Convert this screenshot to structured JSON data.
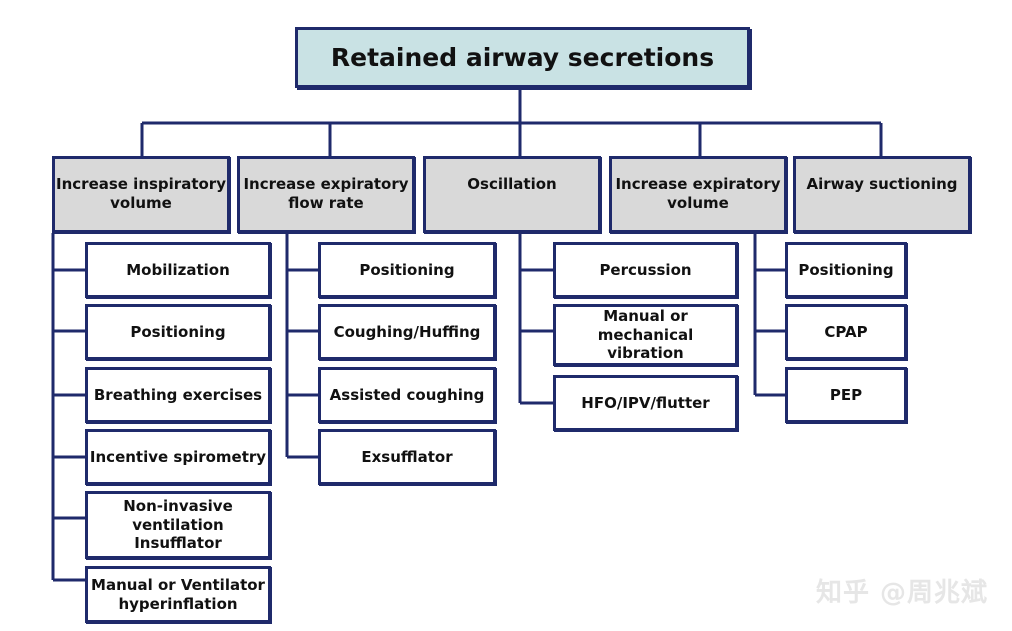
{
  "root": "Retained airway secretions",
  "categories": [
    {
      "label": "Increase inspiratory\nvolume",
      "items": [
        "Mobilization",
        "Positioning",
        "Breathing exercises",
        "Incentive spirometry",
        "Non-invasive\nventilation\nInsufflator",
        "Manual or Ventilator\nhyperinflation"
      ]
    },
    {
      "label": "Increase expiratory\nflow rate",
      "items": [
        "Positioning",
        "Coughing/Huffing",
        "Assisted coughing",
        "Exsufflator"
      ]
    },
    {
      "label": "Oscillation",
      "items": [
        "Percussion",
        "Manual or mechanical\nvibration",
        "HFO/IPV/flutter"
      ]
    },
    {
      "label": "Increase expiratory\nvolume",
      "items": [
        "Positioning",
        "CPAP",
        "PEP"
      ]
    },
    {
      "label": "Airway suctioning",
      "items": []
    }
  ],
  "watermark": "知乎 @周兆斌",
  "colors": {
    "border": "#1f2a6b",
    "root_fill": "#c9e2e4",
    "category_fill": "#d9d9d9"
  }
}
